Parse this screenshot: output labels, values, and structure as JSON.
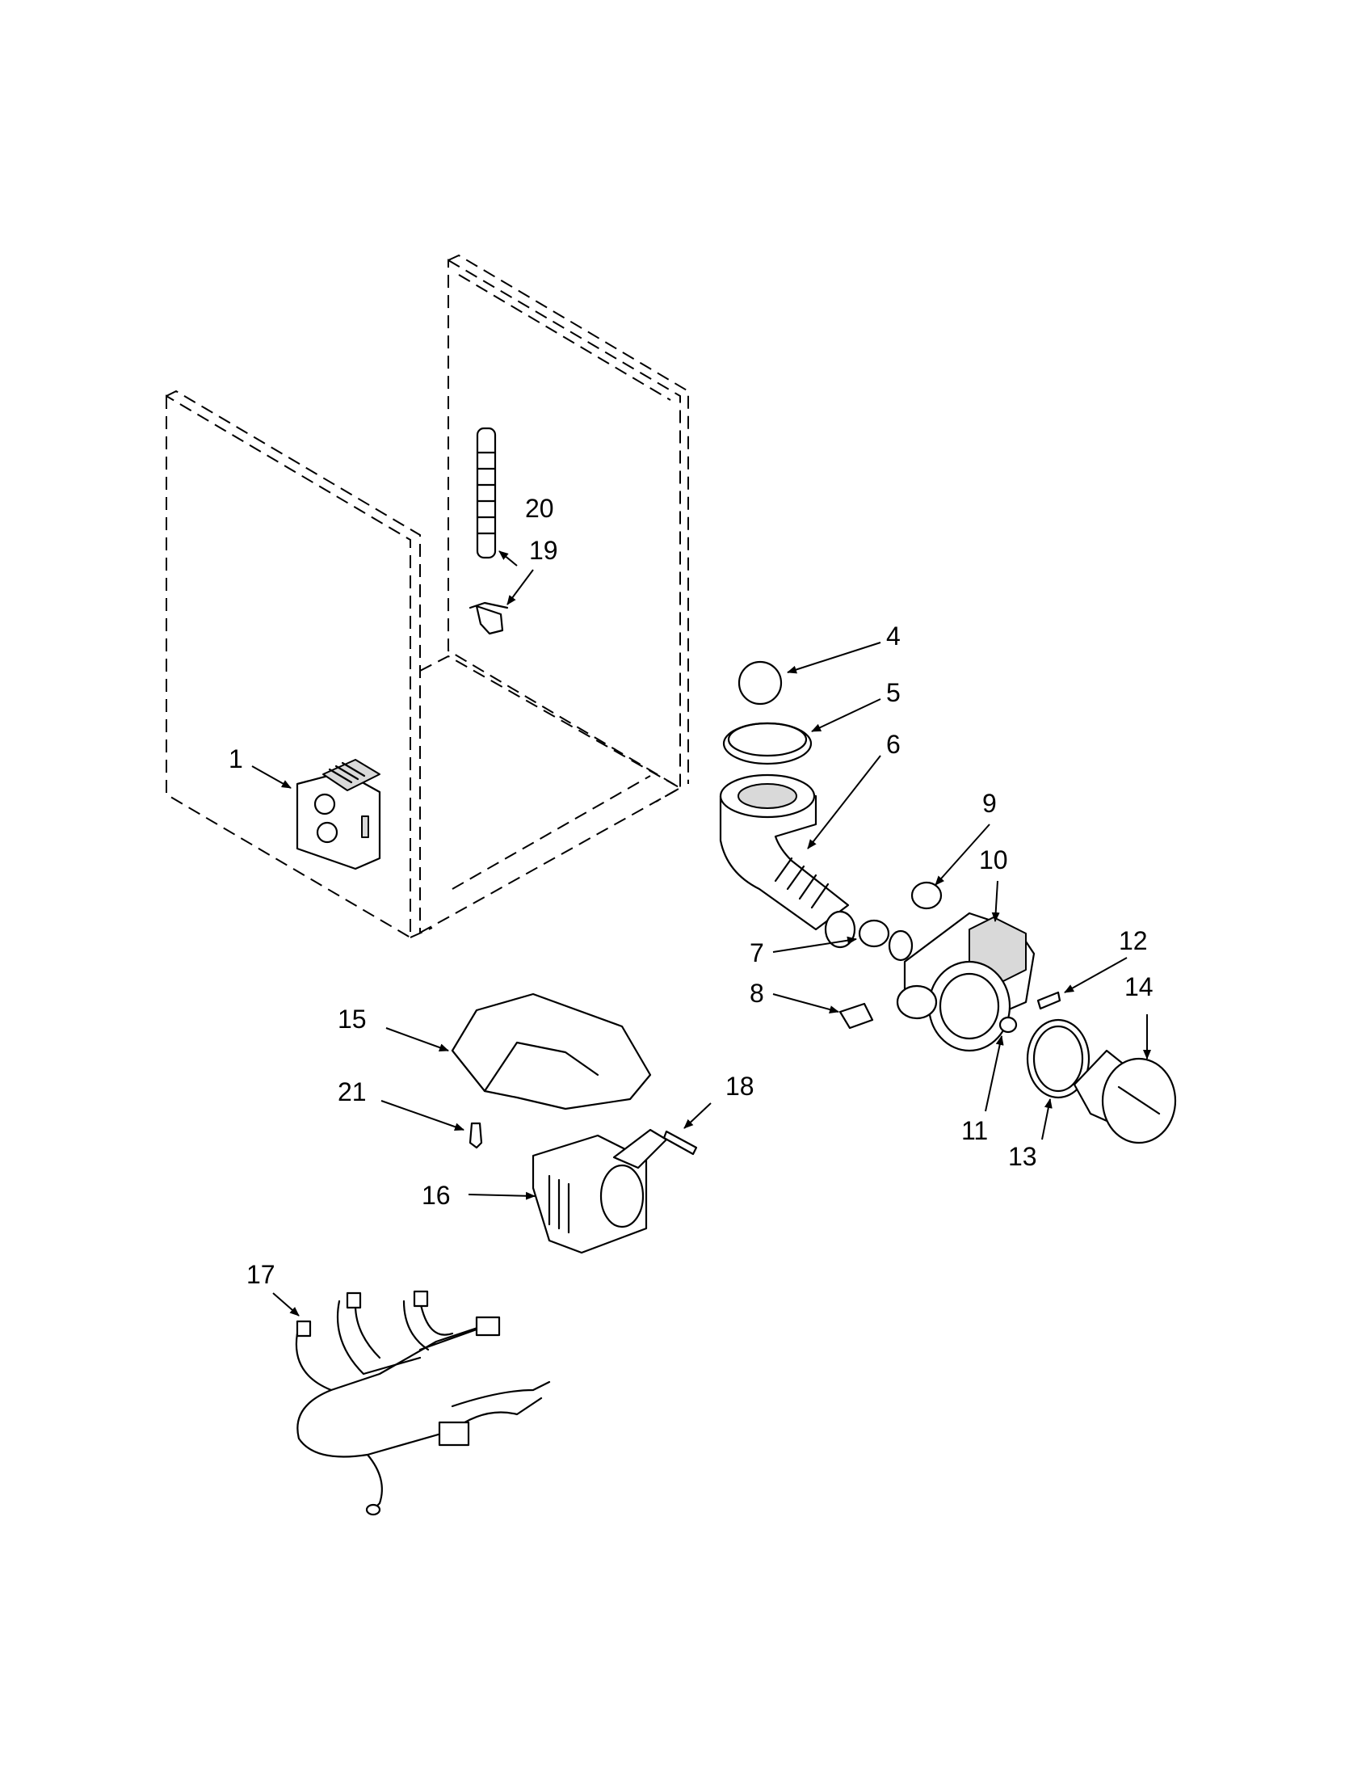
{
  "callouts": {
    "c1": "1",
    "c4": "4",
    "c5": "5",
    "c6": "6",
    "c7": "7",
    "c8": "8",
    "c9": "9",
    "c10": "10",
    "c11": "11",
    "c12": "12",
    "c13": "13",
    "c14": "14",
    "c15": "15",
    "c16": "16",
    "c17": "17",
    "c18": "18",
    "c19": "19",
    "c20": "20",
    "c21": "21"
  }
}
